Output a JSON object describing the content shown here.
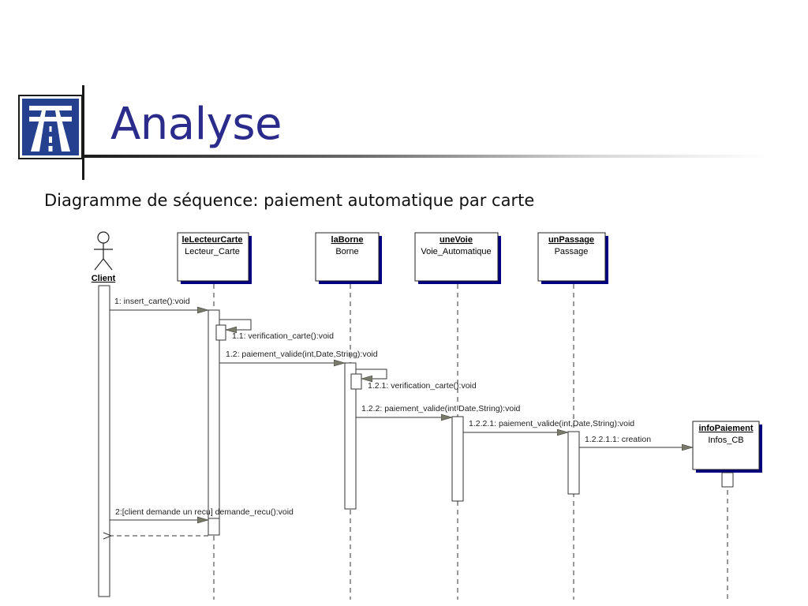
{
  "slide": {
    "title": "Analyse",
    "subtitle": "Diagramme de séquence: paiement automatique par carte",
    "logo_icon": "highway-sign-icon",
    "title_color": "#2b2b8c",
    "logo_bg": "#25408f"
  },
  "diagram": {
    "actor": {
      "name": "Client"
    },
    "objects": [
      {
        "name": "leLecteurCarte",
        "class": "Lecteur_Carte"
      },
      {
        "name": "laBorne",
        "class": "Borne"
      },
      {
        "name": "uneVoie",
        "class": "Voie_Automatique"
      },
      {
        "name": "unPassage",
        "class": "Passage"
      },
      {
        "name": "infoPaiement",
        "class": "Infos_CB"
      }
    ],
    "messages": [
      {
        "label": "1: insert_carte():void"
      },
      {
        "label": "1.1: verification_carte():void"
      },
      {
        "label": "1.2: paiement_valide(int,Date,String):void"
      },
      {
        "label": "1.2.1: verification_carte():void"
      },
      {
        "label": "1.2.2: paiement_valide(int Date,String):void"
      },
      {
        "label": "1.2.2.1: paiement_valide(int,Date,String):void"
      },
      {
        "label": "1.2.2.1.1: creation"
      },
      {
        "label": "2:[client demande un recu] demande_recu():void"
      }
    ]
  }
}
